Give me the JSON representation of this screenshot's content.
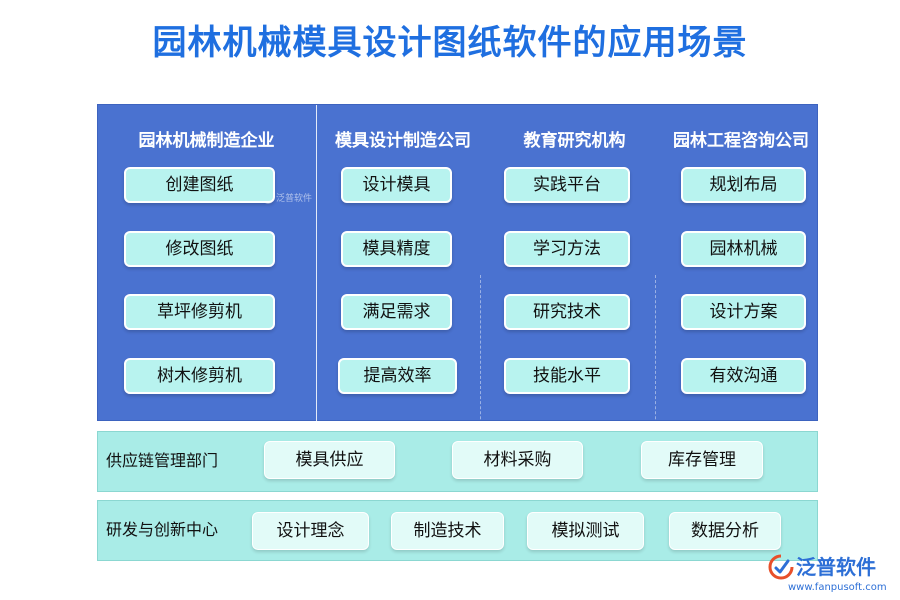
{
  "title": "园林机械模具设计图纸软件的应用场景",
  "columns": [
    {
      "header": "园林机械制造企业",
      "items": [
        "创建图纸",
        "修改图纸",
        "草坪修剪机",
        "树木修剪机"
      ]
    },
    {
      "header": "模具设计制造公司",
      "items": [
        "设计模具",
        "模具精度",
        "满足需求",
        "提高效率"
      ]
    },
    {
      "header": "教育研究机构",
      "items": [
        "实践平台",
        "学习方法",
        "研究技术",
        "技能水平"
      ]
    },
    {
      "header": "园林工程咨询公司",
      "items": [
        "规划布局",
        "园林机械",
        "设计方案",
        "有效沟通"
      ]
    }
  ],
  "supply_row": {
    "label": "供应链管理部门",
    "items": [
      "模具供应",
      "材料采购",
      "库存管理"
    ]
  },
  "rd_row": {
    "label": "研发与创新中心",
    "items": [
      "设计理念",
      "制造技术",
      "模拟测试",
      "数据分析"
    ]
  },
  "logo": {
    "text": "泛普软件",
    "url": "www.fanpusoft.com",
    "icon": "fanpu-logo-icon"
  },
  "watermark": {
    "text": "泛普软件"
  },
  "colors": {
    "title": "#1f6fe0",
    "panel": "#4a72d0",
    "pill": "#b8f3ef",
    "row_panel": "#a9ece7",
    "row_pill": "#e2fbf8"
  }
}
